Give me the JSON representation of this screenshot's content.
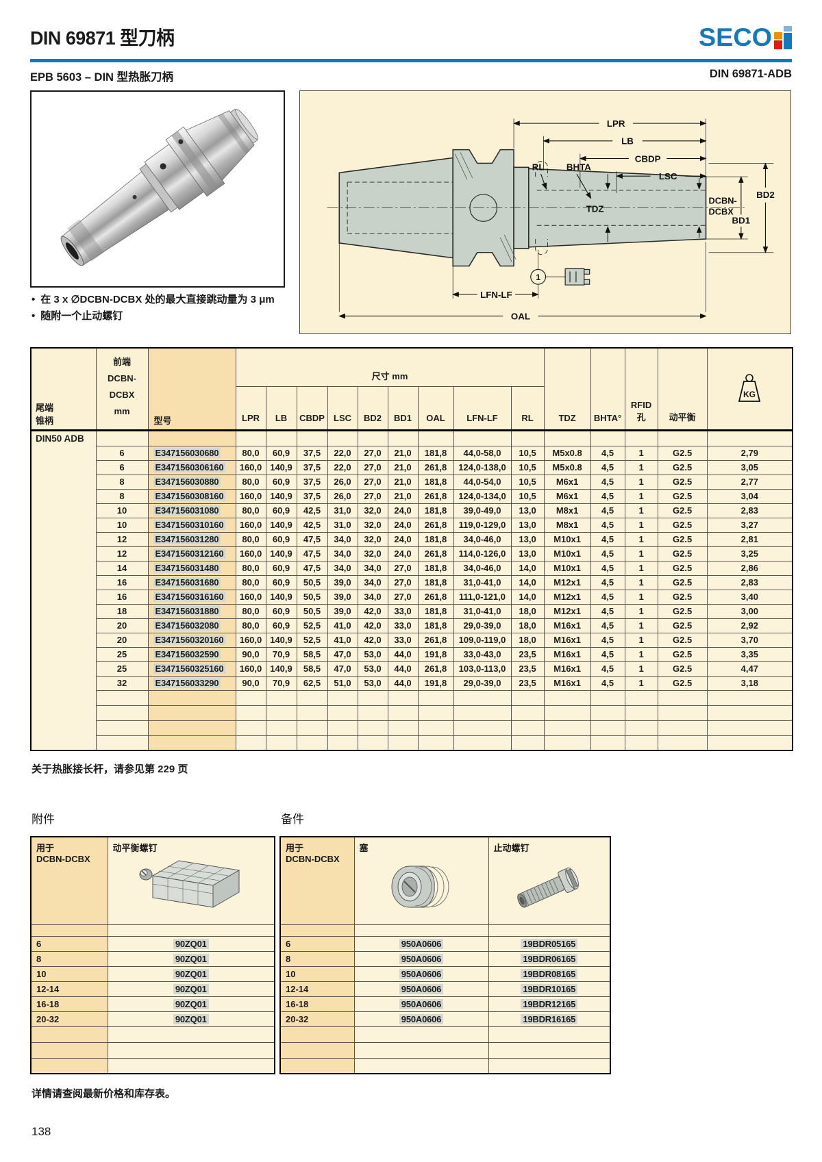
{
  "colors": {
    "accent_blue": "#1577bd",
    "cream": "#fbf2d6",
    "peach": "#f8dfae",
    "part_highlight": "#d4d8d0"
  },
  "header": {
    "title": "DIN 69871 型刀柄",
    "logo_text": "SECO",
    "subtitle_left": "EPB 5603 – DIN 型热胀刀柄",
    "subtitle_right": "DIN 69871-ADB"
  },
  "intro": {
    "bullets": [
      "在 3 x ∅DCBN-DCBX 处的最大直接跳动量为 3 μm",
      "随附一个止动螺钉"
    ]
  },
  "diagram": {
    "lpr": "LPR",
    "lb": "LB",
    "cbdp": "CBDP",
    "lsc": "LSC",
    "rl": "RL",
    "bhta": "BHTA",
    "tdz": "TDZ",
    "dcbn_line1": "DCBN-",
    "dcbn_line2": "DCBX",
    "bd1": "BD1",
    "bd2": "BD2",
    "lfn": "LFN-LF",
    "oal": "OAL",
    "callout": "1"
  },
  "main_table": {
    "headers": {
      "tail": "尾端\n锥柄",
      "front": "前端\nDCBN-\nDCBX\nmm",
      "model": "型号",
      "size_group": "尺寸 mm",
      "size_cols": [
        "LPR",
        "LB",
        "CBDP",
        "LSC",
        "BD2",
        "BD1",
        "OAL",
        "LFN-LF",
        "RL"
      ],
      "tdz": "TDZ",
      "bhta": "BHTA°",
      "rfid": "RFID\n孔",
      "balance": "动平衡",
      "kg": "KG"
    },
    "group_label": "DIN50 ADB",
    "rows": [
      [
        "6",
        "E347156030680",
        "80,0",
        "60,9",
        "37,5",
        "22,0",
        "27,0",
        "21,0",
        "181,8",
        "44,0-58,0",
        "10,5",
        "M5x0.8",
        "4,5",
        "1",
        "G2.5",
        "2,79"
      ],
      [
        "6",
        "E3471560306160",
        "160,0",
        "140,9",
        "37,5",
        "22,0",
        "27,0",
        "21,0",
        "261,8",
        "124,0-138,0",
        "10,5",
        "M5x0.8",
        "4,5",
        "1",
        "G2.5",
        "3,05"
      ],
      [
        "8",
        "E347156030880",
        "80,0",
        "60,9",
        "37,5",
        "26,0",
        "27,0",
        "21,0",
        "181,8",
        "44,0-54,0",
        "10,5",
        "M6x1",
        "4,5",
        "1",
        "G2.5",
        "2,77"
      ],
      [
        "8",
        "E3471560308160",
        "160,0",
        "140,9",
        "37,5",
        "26,0",
        "27,0",
        "21,0",
        "261,8",
        "124,0-134,0",
        "10,5",
        "M6x1",
        "4,5",
        "1",
        "G2.5",
        "3,04"
      ],
      [
        "10",
        "E347156031080",
        "80,0",
        "60,9",
        "42,5",
        "31,0",
        "32,0",
        "24,0",
        "181,8",
        "39,0-49,0",
        "13,0",
        "M8x1",
        "4,5",
        "1",
        "G2.5",
        "2,83"
      ],
      [
        "10",
        "E3471560310160",
        "160,0",
        "140,9",
        "42,5",
        "31,0",
        "32,0",
        "24,0",
        "261,8",
        "119,0-129,0",
        "13,0",
        "M8x1",
        "4,5",
        "1",
        "G2.5",
        "3,27"
      ],
      [
        "12",
        "E347156031280",
        "80,0",
        "60,9",
        "47,5",
        "34,0",
        "32,0",
        "24,0",
        "181,8",
        "34,0-46,0",
        "13,0",
        "M10x1",
        "4,5",
        "1",
        "G2.5",
        "2,81"
      ],
      [
        "12",
        "E3471560312160",
        "160,0",
        "140,9",
        "47,5",
        "34,0",
        "32,0",
        "24,0",
        "261,8",
        "114,0-126,0",
        "13,0",
        "M10x1",
        "4,5",
        "1",
        "G2.5",
        "3,25"
      ],
      [
        "14",
        "E347156031480",
        "80,0",
        "60,9",
        "47,5",
        "34,0",
        "34,0",
        "27,0",
        "181,8",
        "34,0-46,0",
        "14,0",
        "M10x1",
        "4,5",
        "1",
        "G2.5",
        "2,86"
      ],
      [
        "16",
        "E347156031680",
        "80,0",
        "60,9",
        "50,5",
        "39,0",
        "34,0",
        "27,0",
        "181,8",
        "31,0-41,0",
        "14,0",
        "M12x1",
        "4,5",
        "1",
        "G2.5",
        "2,83"
      ],
      [
        "16",
        "E3471560316160",
        "160,0",
        "140,9",
        "50,5",
        "39,0",
        "34,0",
        "27,0",
        "261,8",
        "111,0-121,0",
        "14,0",
        "M12x1",
        "4,5",
        "1",
        "G2.5",
        "3,40"
      ],
      [
        "18",
        "E347156031880",
        "80,0",
        "60,9",
        "50,5",
        "39,0",
        "42,0",
        "33,0",
        "181,8",
        "31,0-41,0",
        "18,0",
        "M12x1",
        "4,5",
        "1",
        "G2.5",
        "3,00"
      ],
      [
        "20",
        "E347156032080",
        "80,0",
        "60,9",
        "52,5",
        "41,0",
        "42,0",
        "33,0",
        "181,8",
        "29,0-39,0",
        "18,0",
        "M16x1",
        "4,5",
        "1",
        "G2.5",
        "2,92"
      ],
      [
        "20",
        "E3471560320160",
        "160,0",
        "140,9",
        "52,5",
        "41,0",
        "42,0",
        "33,0",
        "261,8",
        "109,0-119,0",
        "18,0",
        "M16x1",
        "4,5",
        "1",
        "G2.5",
        "3,70"
      ],
      [
        "25",
        "E347156032590",
        "90,0",
        "70,9",
        "58,5",
        "47,0",
        "53,0",
        "44,0",
        "191,8",
        "33,0-43,0",
        "23,5",
        "M16x1",
        "4,5",
        "1",
        "G2.5",
        "3,35"
      ],
      [
        "25",
        "E3471560325160",
        "160,0",
        "140,9",
        "58,5",
        "47,0",
        "53,0",
        "44,0",
        "261,8",
        "103,0-113,0",
        "23,5",
        "M16x1",
        "4,5",
        "1",
        "G2.5",
        "4,47"
      ],
      [
        "32",
        "E347156033290",
        "90,0",
        "70,9",
        "62,5",
        "51,0",
        "53,0",
        "44,0",
        "191,8",
        "29,0-39,0",
        "23,5",
        "M16x1",
        "4,5",
        "1",
        "G2.5",
        "3,18"
      ]
    ],
    "empty_row_count": 4,
    "footnote": "关于热胀接长杆，请参见第 229 页"
  },
  "accessories": {
    "title": "附件",
    "col1": "用于\nDCBN-DCBX",
    "col2": "动平衡螺钉",
    "rows": [
      [
        "6",
        "90ZQ01"
      ],
      [
        "8",
        "90ZQ01"
      ],
      [
        "10",
        "90ZQ01"
      ],
      [
        "12-14",
        "90ZQ01"
      ],
      [
        "16-18",
        "90ZQ01"
      ],
      [
        "20-32",
        "90ZQ01"
      ]
    ],
    "empty_row_count": 3
  },
  "spares": {
    "title": "备件",
    "col1": "用于\nDCBN-DCBX",
    "col2": "塞",
    "col3": "止动螺钉",
    "rows": [
      [
        "6",
        "950A0606",
        "19BDR05165"
      ],
      [
        "8",
        "950A0606",
        "19BDR06165"
      ],
      [
        "10",
        "950A0606",
        "19BDR08165"
      ],
      [
        "12-14",
        "950A0606",
        "19BDR10165"
      ],
      [
        "16-18",
        "950A0606",
        "19BDR12165"
      ],
      [
        "20-32",
        "950A0606",
        "19BDR16165"
      ]
    ],
    "empty_row_count": 3
  },
  "footer": {
    "note": "详情请查阅最新价格和库存表。",
    "page_number": "138"
  }
}
